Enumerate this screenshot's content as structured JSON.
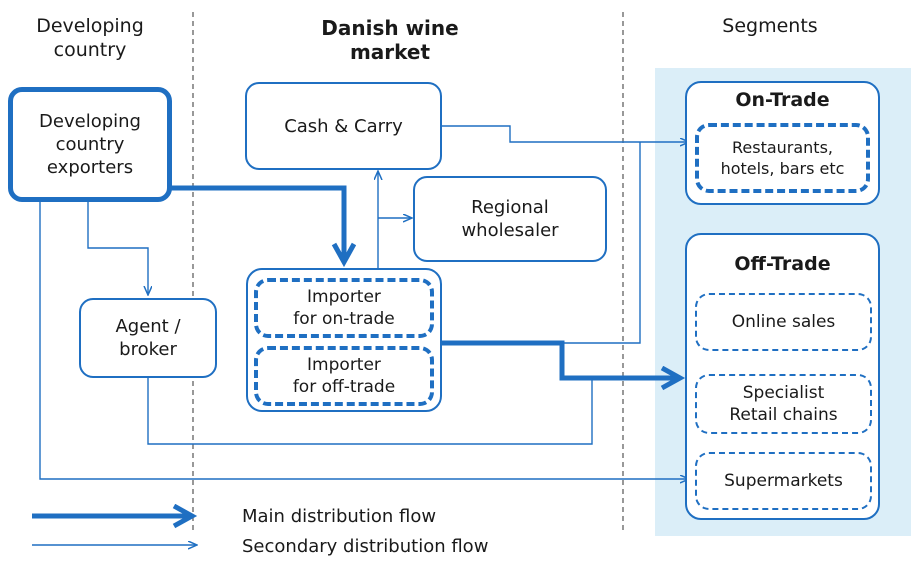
{
  "headers": {
    "developing_country": "Developing\ncountry",
    "danish_market": "Danish wine\nmarket",
    "segments": "Segments"
  },
  "boxes": {
    "exporters": "Developing\ncountry\nexporters",
    "cash_carry": "Cash & Carry",
    "regional_wholesaler": "Regional\nwholesaler",
    "agent_broker": "Agent /\nbroker",
    "importer_on_trade": "Importer\nfor on-trade",
    "importer_off_trade": "Importer\nfor off-trade"
  },
  "on_trade": {
    "title": "On-Trade",
    "restaurants": "Restaurants,\nhotels, bars etc"
  },
  "off_trade": {
    "title": "Off-Trade",
    "online_sales": "Online sales",
    "specialist": "Specialist\nRetail chains",
    "supermarkets": "Supermarkets"
  },
  "legend": {
    "main": "Main distribution flow",
    "secondary": "Secondary distribution flow"
  },
  "colors": {
    "flow_blue": "#1f6fc2",
    "segment_background": "#dbeef8",
    "divider": "#555555"
  }
}
